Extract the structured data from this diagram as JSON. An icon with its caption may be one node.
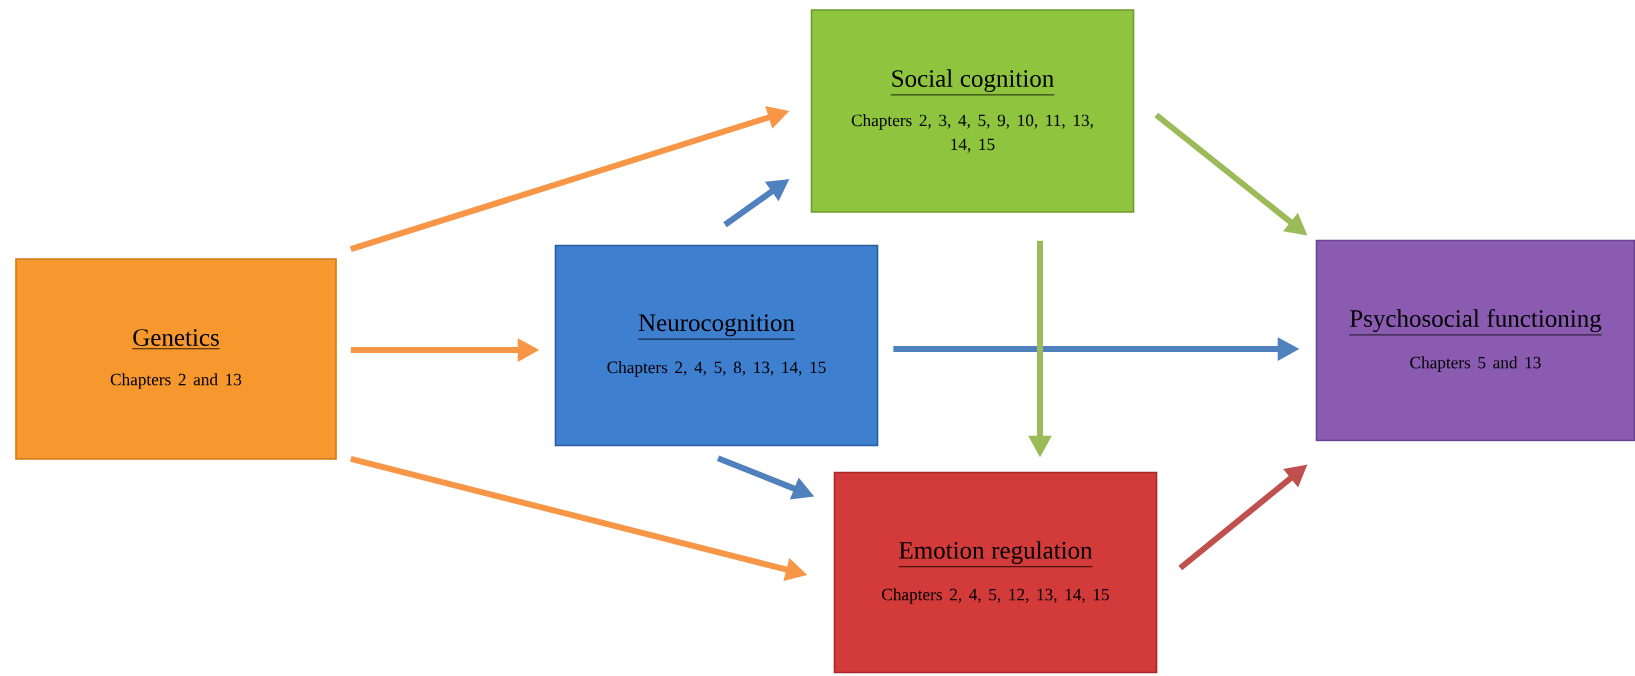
{
  "diagram": {
    "nodes": [
      {
        "text": [
          "Genetics",
          "Chapters 2 and 13"
        ]
      },
      {
        "text": [
          "Neurocognition",
          "Chapters 2, 4, 5, 8, 13, 14, 15"
        ]
      },
      {
        "text": [
          "Social cognition",
          "Chapters 2, 3, 4, 5, 9, 10, 11, 13, 14, 15"
        ]
      },
      {
        "text": [
          "Emotion regulation",
          "Chapters 2, 4, 5, 12, 13, 14, 15"
        ]
      },
      {
        "text": [
          "Psychosocial functioning",
          "Chapters 5 and 13"
        ]
      }
    ],
    "edges": [
      {
        "from": 0,
        "to": 2,
        "arrow": "to",
        "color": "#f79646"
      },
      {
        "from": 0,
        "to": 1,
        "arrow": "to",
        "color": "#f79646"
      },
      {
        "from": 0,
        "to": 3,
        "arrow": "to",
        "color": "#f79646"
      },
      {
        "from": 1,
        "to": 2,
        "arrow": "to",
        "color": "#4f81bd"
      },
      {
        "from": 1,
        "to": 3,
        "arrow": "to",
        "color": "#4f81bd"
      },
      {
        "from": 1,
        "to": 4,
        "arrow": "to",
        "color": "#4f81bd"
      },
      {
        "from": 2,
        "to": 4,
        "arrow": "to",
        "color": "#9bbb59"
      },
      {
        "from": 2,
        "to": 3,
        "arrow": "to",
        "color": "#9bbb59"
      },
      {
        "from": 3,
        "to": 4,
        "arrow": "to",
        "color": "#c0504d"
      }
    ]
  }
}
